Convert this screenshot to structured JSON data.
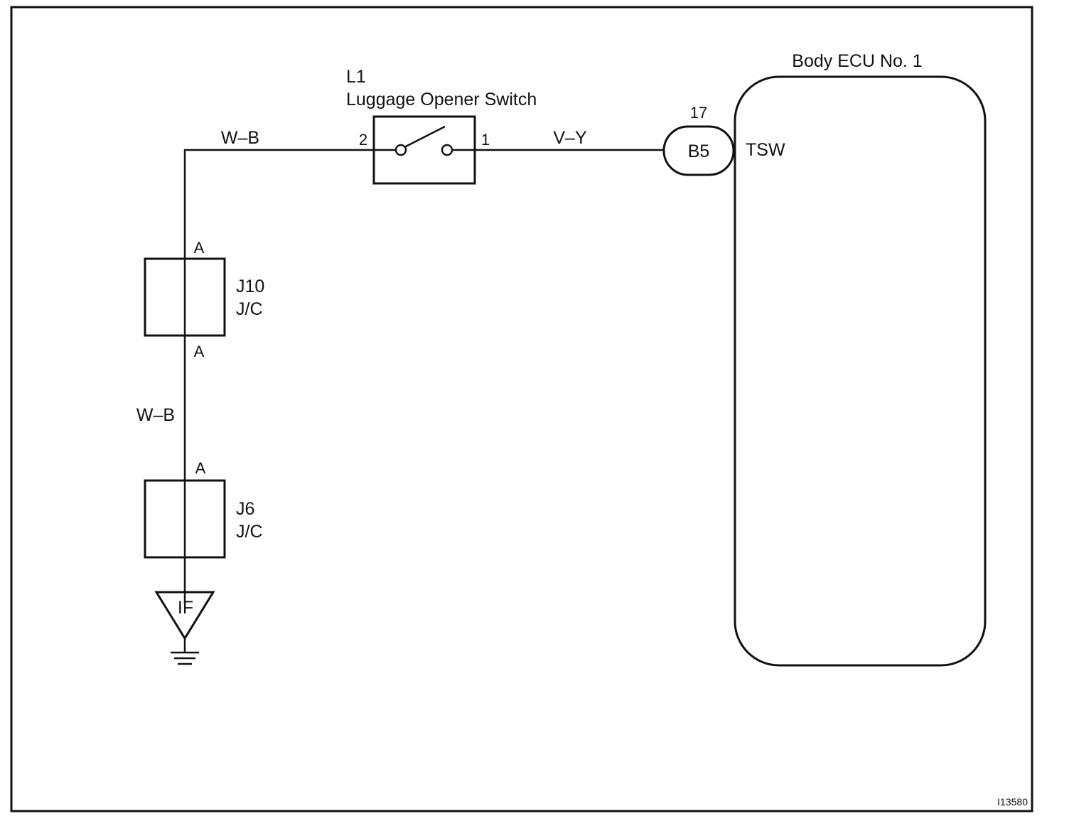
{
  "diagram": {
    "figure_id": "I13580",
    "switch": {
      "code": "L1",
      "name": "Luggage Opener Switch",
      "pin_left": "2",
      "pin_right": "1"
    },
    "wires": {
      "top_left": "W–B",
      "top_right": "V–Y",
      "vertical": "W–B"
    },
    "connector": {
      "pin_number": "17",
      "code": "B5",
      "terminal": "TSW"
    },
    "ecu": {
      "name": "Body ECU No. 1"
    },
    "junction_j10": {
      "code": "J10",
      "type": "J/C",
      "pin_top": "A",
      "pin_bottom": "A"
    },
    "junction_j6": {
      "code": "J6",
      "type": "J/C",
      "pin_top": "A"
    },
    "ground": {
      "code": "IF"
    }
  }
}
